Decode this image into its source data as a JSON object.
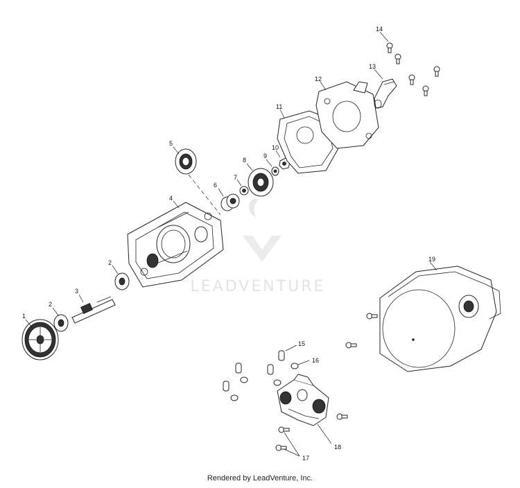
{
  "watermark": {
    "text": "LEADVENTURE"
  },
  "footer": {
    "text": "Rendered by LeadVenture, Inc."
  },
  "callouts": {
    "c1": "1",
    "c2a": "2",
    "c2b": "2",
    "c3": "3",
    "c4": "4",
    "c5": "5",
    "c6": "6",
    "c7": "7",
    "c8": "8",
    "c9": "9",
    "c10": "10",
    "c11": "11",
    "c12": "12",
    "c13": "13",
    "c14": "14",
    "c15": "15",
    "c16": "16",
    "c17": "17",
    "c18": "18",
    "c19": "19"
  }
}
